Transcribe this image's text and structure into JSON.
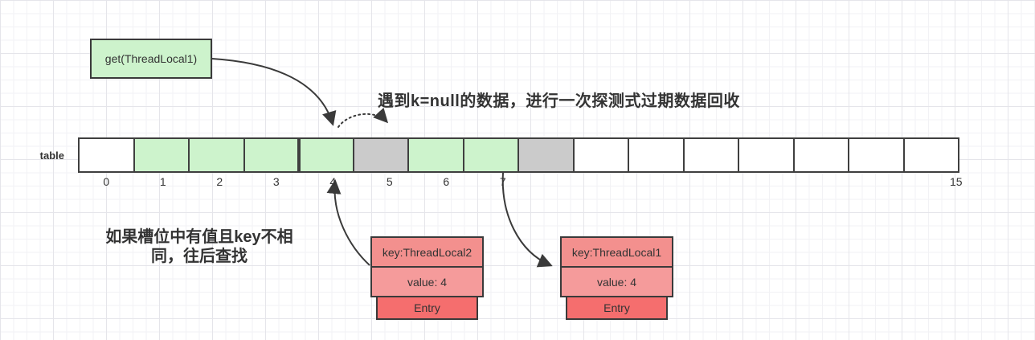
{
  "annotations": {
    "top": "遇到k=null的数据，进行一次探测式过期数据回收",
    "left_line1": "如果槽位中有值且key不相",
    "left_line2": "同，往后查找"
  },
  "get_box": {
    "label": "get(ThreadLocal1)"
  },
  "table": {
    "label": "table",
    "cells": [
      {
        "label": "0",
        "state": "empty"
      },
      {
        "label": "1",
        "state": "entry"
      },
      {
        "label": "2",
        "state": "entry"
      },
      {
        "label": "3",
        "state": "entry"
      },
      {
        "label": "4",
        "state": "entry"
      },
      {
        "label": "5",
        "state": "stale"
      },
      {
        "label": "6",
        "state": "entry"
      },
      {
        "label": "7",
        "state": "entry"
      },
      {
        "label": "",
        "state": "stale"
      },
      {
        "label": "",
        "state": "empty"
      },
      {
        "label": "",
        "state": "empty"
      },
      {
        "label": "",
        "state": "empty"
      },
      {
        "label": "",
        "state": "empty"
      },
      {
        "label": "",
        "state": "empty"
      },
      {
        "label": "",
        "state": "empty"
      },
      {
        "label": "15",
        "state": "empty"
      }
    ]
  },
  "entries": [
    {
      "key": "key:ThreadLocal2",
      "value": "value: 4",
      "tag": "Entry"
    },
    {
      "key": "key:ThreadLocal1",
      "value": "value: 4",
      "tag": "Entry"
    }
  ],
  "colors": {
    "entry_cell": "#cdf3cc",
    "stale_cell": "#cbcbcb",
    "empty_cell": "#ffffff",
    "key_row": "#f3908e",
    "value_row": "#f59b9b",
    "entry_tag": "#f56e6e",
    "line": "#3a3a3a",
    "text": "#333333"
  }
}
